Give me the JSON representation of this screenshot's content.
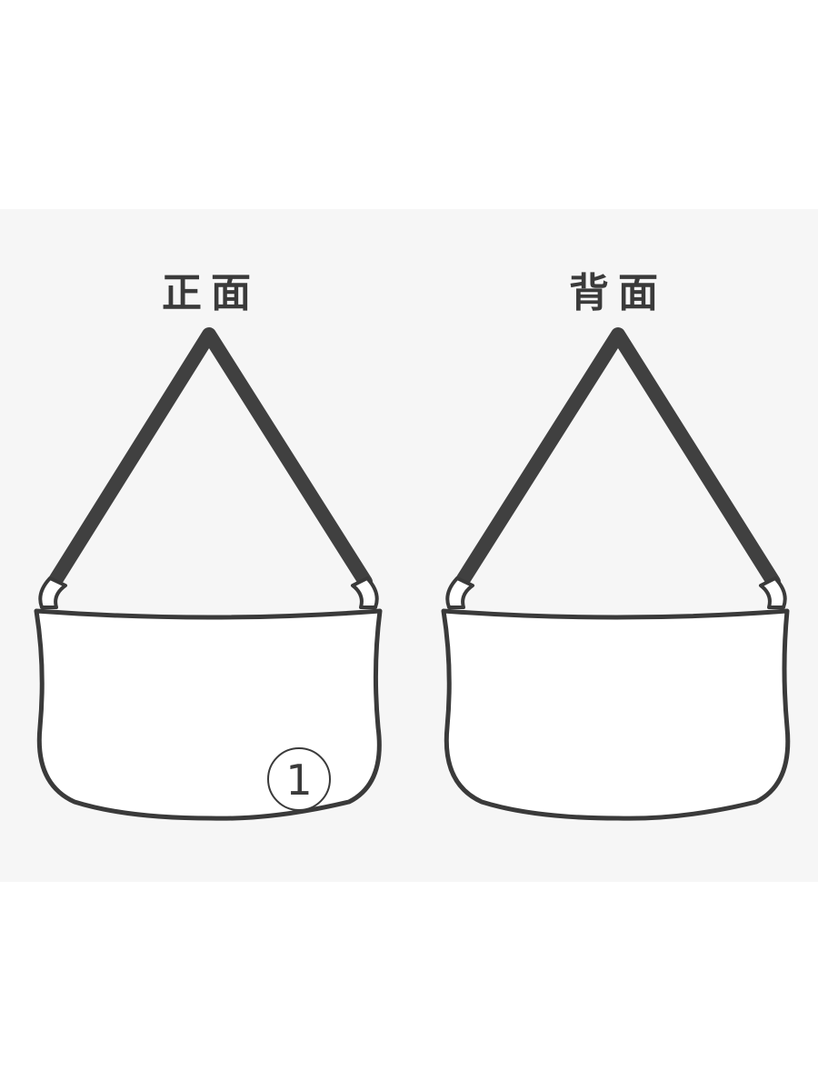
{
  "views": {
    "front": {
      "label": "正面",
      "callout_number": "1"
    },
    "back": {
      "label": "背面"
    }
  },
  "colors": {
    "panel_background": "#f6f6f6",
    "outline": "#3a3a3a",
    "strap": "#404040",
    "bag_fill": "#ffffff"
  }
}
